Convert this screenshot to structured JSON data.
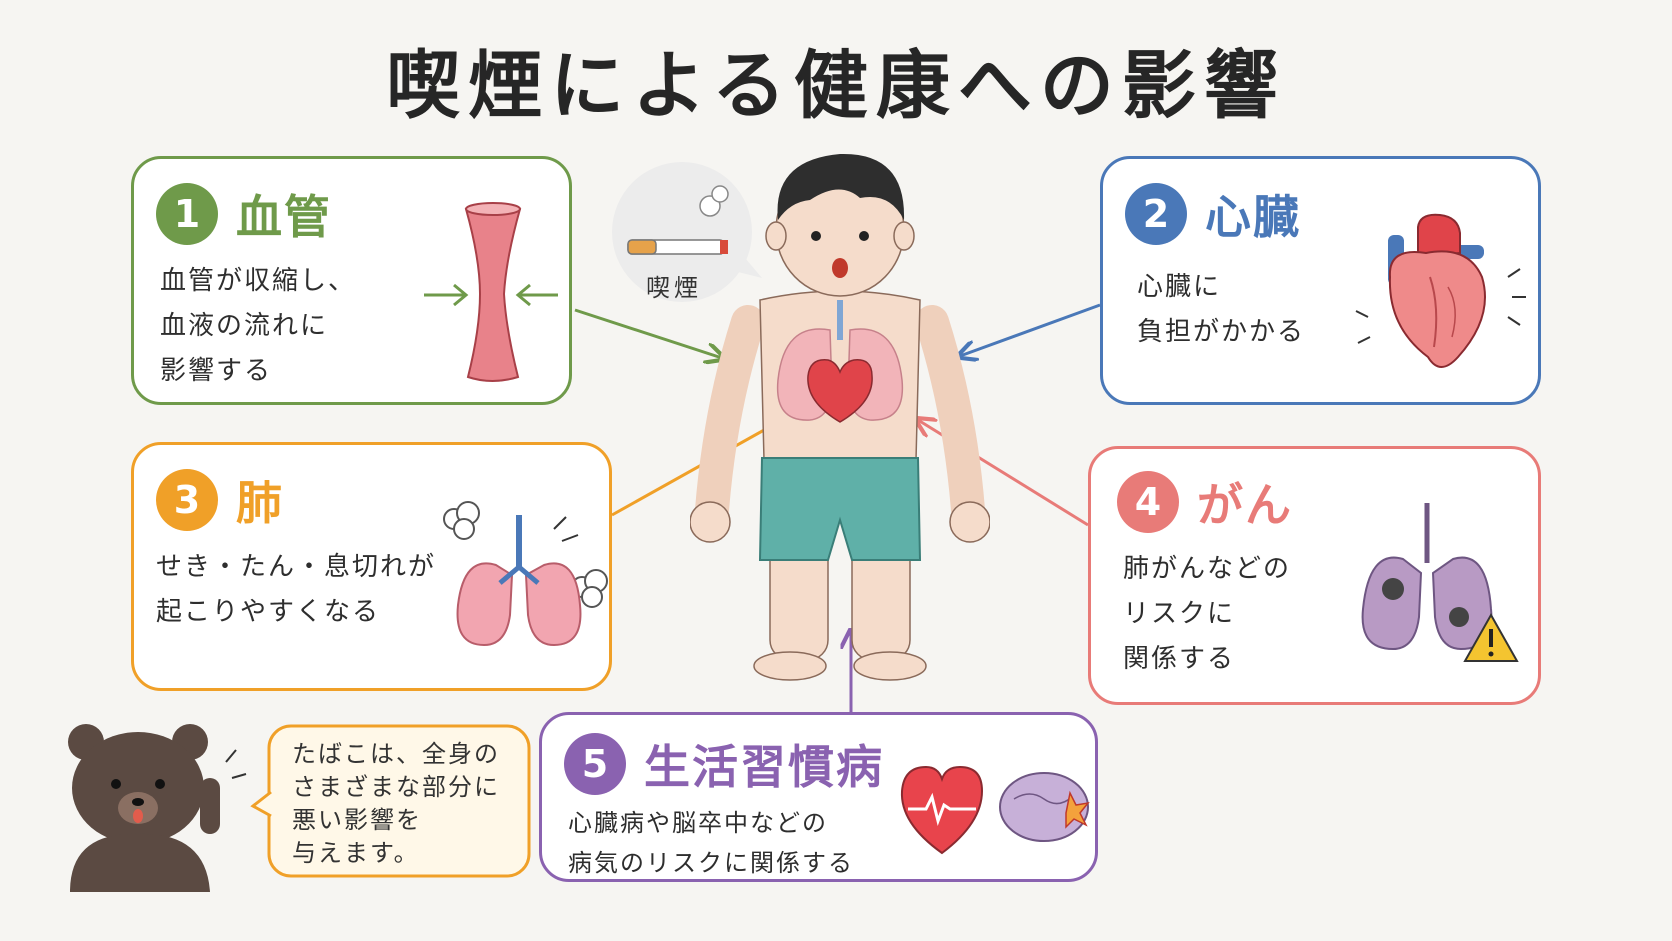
{
  "title": "喫煙による健康への影響",
  "smoking_label": "喫煙",
  "sections": [
    {
      "number": "1",
      "label": "血管",
      "lines": [
        "血管が収縮し、",
        "血液の流れに",
        "影響する"
      ],
      "color": "#6f9a4a"
    },
    {
      "number": "2",
      "label": "心臓",
      "lines": [
        "心臓に",
        "負担がかかる"
      ],
      "color": "#4a78b8"
    },
    {
      "number": "3",
      "label": "肺",
      "lines": [
        "せき・たん・息切れが",
        "起こりやすくなる"
      ],
      "color": "#f0a028"
    },
    {
      "number": "4",
      "label": "がん",
      "lines": [
        "肺がんなどの",
        "リスクに",
        "関係する"
      ],
      "color": "#e87b78"
    },
    {
      "number": "5",
      "label": "生活習慣病",
      "lines": [
        "心臓病や脳卒中などの",
        "病気のリスクに関係する"
      ],
      "color": "#8a62b0"
    }
  ],
  "bear_message": [
    "たばこは、全身の",
    "さまざまな部分に",
    "悪い影響を",
    "与えます。"
  ],
  "colors": {
    "background": "#f6f5f2",
    "bear_bubble_border": "#f0a028",
    "bear_bubble_fill": "#fff8e8"
  }
}
